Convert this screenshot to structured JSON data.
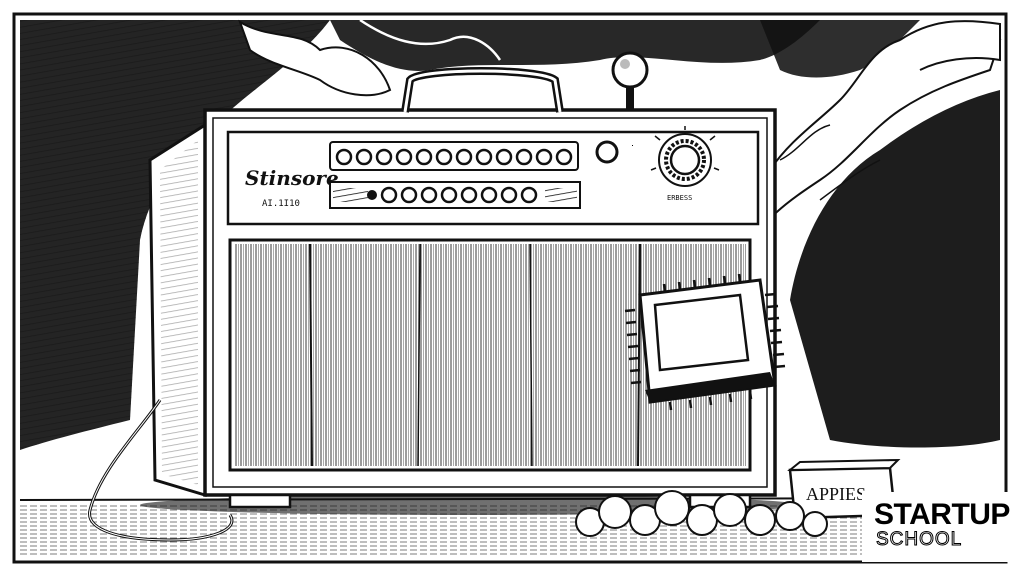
{
  "illustration": {
    "amp_brand": "Stinsore",
    "amp_subbrand": "AI.1I10",
    "knob_label": "ERBESS",
    "box_label": "APPIES"
  },
  "logo": {
    "top": "STARTUP",
    "bottom": "SCHOOL"
  },
  "colors": {
    "ink": "#111111",
    "paper": "#ffffff",
    "smoke_shadow": "#1a1a1a"
  }
}
